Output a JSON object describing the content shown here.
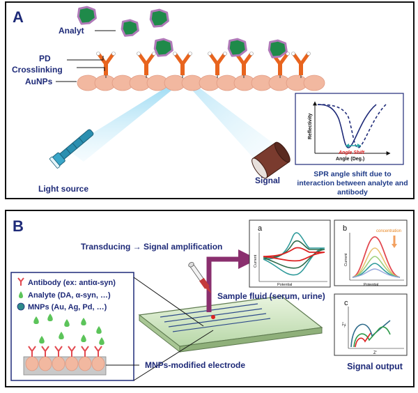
{
  "panel_a": {
    "letter": "A",
    "labels": {
      "analyt": "Analyt",
      "pd": "PD",
      "crosslinking": "Crosslinking",
      "aunps": "AuNPs",
      "light_source": "Light source",
      "signal": "Signal"
    },
    "inset": {
      "y_label": "Reflectivity",
      "x_label": "Angle (Deg.)",
      "annotation": "Angle Shift"
    },
    "caption": [
      "SPR angle shift due to",
      "interaction between analyte and",
      "antibody"
    ]
  },
  "panel_b": {
    "letter": "B",
    "transducing": "Transducing → Signal amplification",
    "sample_fluid": "Sample fluid (serum, urine)",
    "legend": {
      "antibody": "Antibody (ex: antiα-syn)",
      "analyte": "Analyte (DA, α-syn, …)",
      "mnps": "MNPs (Au, Ag, Pd, …)"
    },
    "electrode_label": "MNPs-modified electrode",
    "signal_output": "Signal output",
    "graph_a": {
      "letter": "a",
      "y_label": "Current",
      "x_label": "Potential"
    },
    "graph_b": {
      "letter": "b",
      "y_label": "Current",
      "x_label": "Potential",
      "annotation": "concentration"
    },
    "graph_c": {
      "letter": "c",
      "y_label": "-Z\"",
      "x_label": "Z'"
    }
  },
  "colors": {
    "nanoparticle": "#f2b8a0",
    "antibody_orange": "#e8641e",
    "analyte_green": "#1f8a4a",
    "analyte_halo": "#b07ab8",
    "dark_blue": "#1e2a78",
    "arrow_purple": "#8a2f6e",
    "legend_red": "#e2484f",
    "legend_green": "#5cc45a",
    "legend_teal": "#2e8a8a",
    "caption_blue": "#1f3b88"
  }
}
